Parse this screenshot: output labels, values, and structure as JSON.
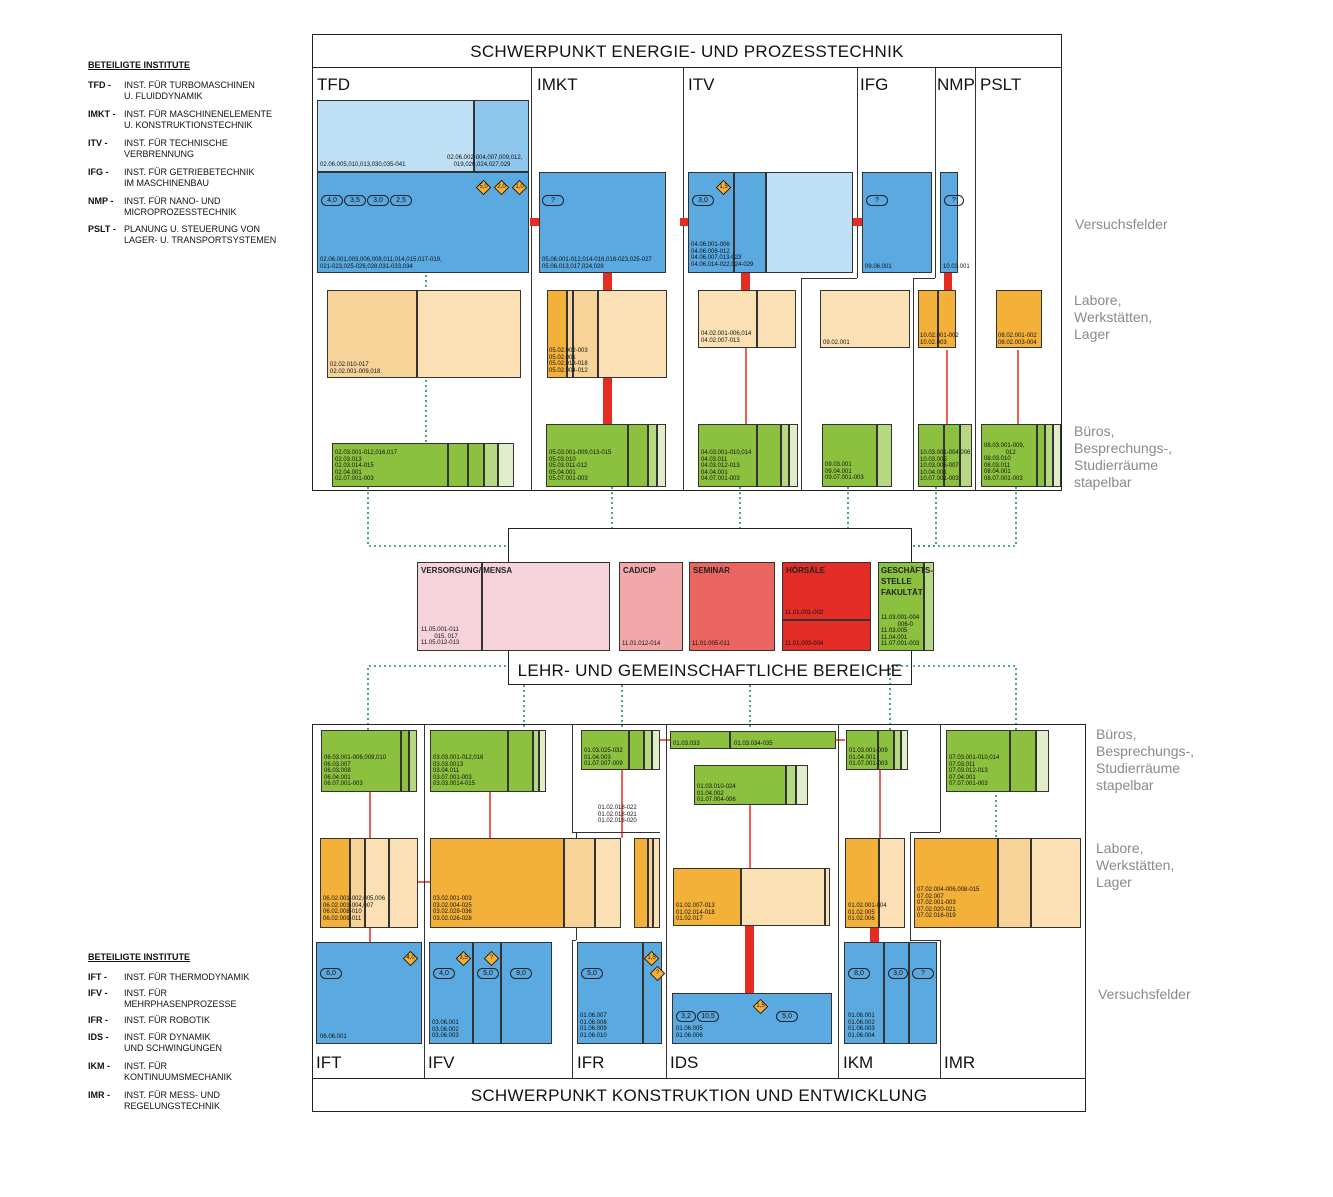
{
  "top": {
    "title": "SCHWERPUNKT ENERGIE- UND PROZESSTECHNIK",
    "institutes": [
      "TFD",
      "IMKT",
      "ITV",
      "IFG",
      "NMP",
      "PSLT"
    ],
    "side_labels": {
      "versuch": "Versuchsfelder",
      "labore": [
        "Labore,",
        "Werkstätten,",
        "Lager"
      ],
      "bueros": [
        "Büros,",
        "Besprechungs-,",
        "Studierräume",
        "stapelbar"
      ]
    }
  },
  "legend_top": {
    "heading": "BETEILIGTE INSTITUTE",
    "items": [
      {
        "ab": "TFD -",
        "l1": "INST. FÜR TURBOMASCHINEN",
        "l2": "U. FLUIDDYNAMIK"
      },
      {
        "ab": "IMKT -",
        "l1": "INST. FÜR MASCHINENELEMENTE",
        "l2": "U. KONSTRUKTIONSTECHNIK"
      },
      {
        "ab": "ITV -",
        "l1": "INST. FÜR TECHNISCHE",
        "l2": "VERBRENNUNG"
      },
      {
        "ab": "IFG -",
        "l1": "INST. FÜR GETRIEBETECHNIK",
        "l2": "IM MASCHINENBAU"
      },
      {
        "ab": "NMP -",
        "l1": "INST. FÜR NANO- UND",
        "l2": "MICROPROZESSTECHNIK"
      },
      {
        "ab": "PSLT -",
        "l1": "PLANUNG U. STEUERUNG VON",
        "l2": "LAGER- U. TRANSPORTSYSTEMEN"
      }
    ]
  },
  "legend_bottom": {
    "heading": "BETEILIGTE INSTITUTE",
    "items": [
      {
        "ab": "IFT -",
        "l1": "INST. FÜR THERMODYNAMIK",
        "l2": ""
      },
      {
        "ab": "IFV -",
        "l1": "INST. FÜR",
        "l2": "MEHRPHASENPROZESSE"
      },
      {
        "ab": "IFR -",
        "l1": "INST. FÜR ROBOTIK",
        "l2": ""
      },
      {
        "ab": "IDS -",
        "l1": "INST. FÜR DYNAMIK",
        "l2": "UND SCHWINGUNGEN"
      },
      {
        "ab": "IKM -",
        "l1": "INST. FÜR",
        "l2": "KONTINUUMSMECHANIK"
      },
      {
        "ab": "IMR -",
        "l1": "INST. FÜR MESS- UND",
        "l2": "REGELUNGSTECHNIK"
      }
    ]
  },
  "middle": {
    "title": "LEHR- UND GEMEINSCHAFTLICHE BEREICHE",
    "blocks": [
      {
        "name": "VERSORGUNG/ MENSA",
        "codes": "11.05.001-011\n        015, 017\n11.05.012-013",
        "color": "#f6d3da"
      },
      {
        "name": "CAD/CIP",
        "codes": "11.01.012-014",
        "color": "#f2a8a8"
      },
      {
        "name": "SEMINAR",
        "codes": "11.01.005-011",
        "color": "#ea6460"
      },
      {
        "name": "HÖRSÄLE",
        "codes": "11.01.001-002",
        "codes2": "11.01.003-004",
        "color": "#e32d26"
      },
      {
        "name": "GESCHÄFTS-\nSTELLE\nFAKULTÄT",
        "codes": "11.03.001-004\n          006-0\n11.03.005\n11.04.001\n11.07.001-003",
        "color": "#8cc13f"
      }
    ]
  },
  "bottom": {
    "title": "SCHWERPUNKT KONSTRUKTION UND ENTWICKLUNG",
    "institutes": [
      "IFT",
      "IFV",
      "IFR",
      "IDS",
      "IKM",
      "IMR"
    ],
    "side_labels": {
      "bueros": [
        "Büros,",
        "Besprechungs-,",
        "Studierräume",
        "stapelbar"
      ],
      "labore": [
        "Labore,",
        "Werkstätten,",
        "Lager"
      ],
      "versuch": "Versuchsfelder"
    }
  },
  "codes": {
    "tfd_light": "02.06.005,010,013,030,035-041",
    "tfd_light2": "02.06.002-004,007,009,012,\n    019,020,024,027,029",
    "tfd_blue": "02.06.001,003,006,008,011,014,015,017-019,\n021-023,025-026,028,031-033,034",
    "tfd_lab": "02.02.010-017\n02.02.001-009,018",
    "tfd_buero": "02.03.001-012,016,017\n02.03.013\n02.03.014-015\n02.04.001\n02.07.001-003",
    "imkt_blue": "05.06.001-012,014-016,018-023,025-027\n05.06.013,017,024,028",
    "imkt_lab": "05.02.002-003\n05.02.001\n05.02.013-018\n05.02.004-012",
    "imkt_buero": "05.03.001-009,013-015\n05.03.010\n05.03.011-012\n05.04.001\n05.07.001-003",
    "itv_blue": "04.06.001-006\n04.06.008-012\n04.06.007,013-023\n04.06.014-022,024-029",
    "itv_lab": "04.02.001-006,014\n04.02.007-013",
    "itv_buero": "04.03.001-010,014\n04.03.011\n04.03.012-013\n04.04.001\n04.07.001-003",
    "ifg_blue": "09.06.001",
    "ifg_lab": "09.02.001",
    "ifg_buero": "09.03.001\n09.04.001\n09.07.001-003",
    "nmp_blue": "10.03.001",
    "nmp_lab": "10.02.001-002\n10.02.003",
    "nmp_buero": "10.03.001-004,006\n10.03.005\n10.03.006-007\n10.04.001\n10.07.001-003",
    "pslt_lab": "08.02.001-002\n08.02.003-004",
    "pslt_buero": "08.03.001-009,\n             012\n08.03.010\n08.03.011\n08.04.001\n08.07.001-003",
    "ift_buero": "06.03.001-006,009,010\n06.03.007\n06.03.008\n06.04.001\n06.07.001-003",
    "ift_lab": "06.02.001-002,005,006\n06.02.003-004,007\n06.02.008-010\n06.02.009-011",
    "ift_blue": "06.06.001",
    "ifv_buero": "03.03.001-012,016\n03.03.0013\n03.04.011\n03.07.001-003\n03.03.0014-015",
    "ifv_lab": "03.02.001-003\n03.02.004-025\n03.02.029-036\n03.02.026-028",
    "ifv_blue": "03.06.001\n03.06.002\n03.06.003",
    "ifr_buero": "01.03.025-032\n01.04.003\n01.07.007-009",
    "ifr_list": "01.02.018-022\n01.02.018-021\n01.02.018-020",
    "ifr_blue": "01.06.007\n01.06.008\n01.06.009\n01.06.010",
    "ids_buero_a": "01.03.033",
    "ids_buero_b": "01.03.034-035",
    "ids_buero": "01.03.010-024\n01.04.002\n01.07.004-006",
    "ids_lab": "01.02.007-013\n01.02.014-018\n01.02.017",
    "ids_blue": "01.06.005\n01.06.006",
    "ikm_buero": "01.03.001-009\n01.04.001\n01.07.001-003",
    "ikm_lab": "01.02.001-004\n01.02.005\n01.02.006",
    "ikm_blue": "01.06.001\n01.06.002\n01.06.003\n01.06.004",
    "imr_buero": "07.03.001-010,014\n07.03.011\n07.03.012-013\n07.04.001\n07.07.001-003",
    "imr_lab": "07.02.004-006,008-015\n07.02.007\n07.02.001-003\n07.02.020-021\n07.02.016-019"
  },
  "pills": {
    "tfd": [
      "4,0",
      "3,5",
      "3,0",
      "2,5"
    ],
    "tfd_dia": [
      "5,0",
      "2,0",
      "1,0"
    ],
    "imkt": "?",
    "itv": "3,0",
    "itv_dia": "1,5",
    "ifg": "?",
    "nmp": "?",
    "ift": "6,0",
    "ift_dia": "4,0",
    "ifv": [
      "4,0",
      "5,0",
      "9,0"
    ],
    "ifv_dia": [
      "3,5",
      "?"
    ],
    "ifr": "5,0",
    "ifr_dia": [
      "1,5",
      "?"
    ],
    "ids": [
      "3,2",
      "10,5",
      "5,0"
    ],
    "ids_dia": "1,5",
    "ikm": [
      "8,0",
      "3,0",
      "?"
    ]
  },
  "colors": {
    "light_blue": "#bfdff5",
    "mid_blue": "#8ec6ee",
    "blue": "#5aa9e0",
    "light_peach": "#fae0b4",
    "peach": "#f7d39a",
    "orange": "#f3b13a",
    "green": "#8cc13f",
    "red": "#e42d20",
    "teal_dotted": "#1f8f5f"
  }
}
